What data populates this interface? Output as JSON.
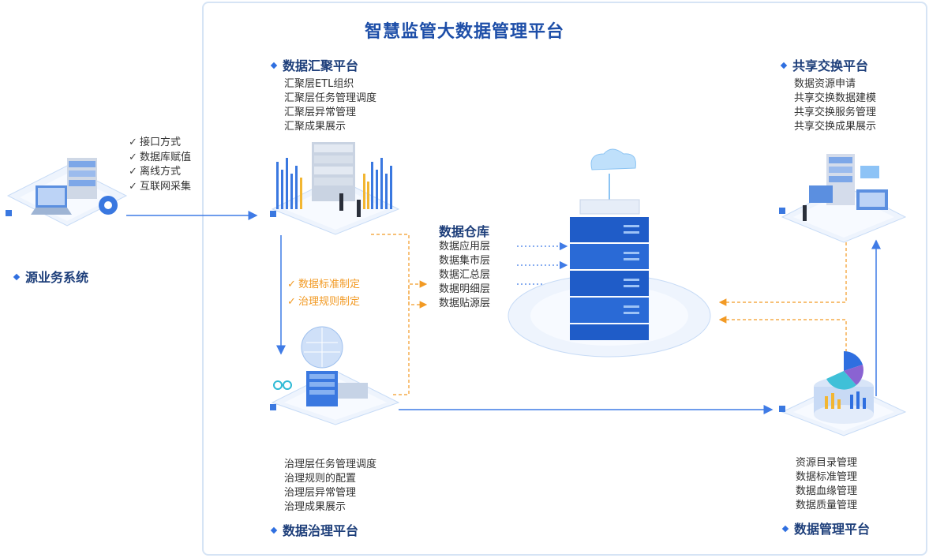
{
  "title": "智慧监管大数据管理平台",
  "source": {
    "title": "源业务系统",
    "methods": [
      "接口方式",
      "数据库赋值",
      "离线方式",
      "互联网采集"
    ]
  },
  "collection": {
    "title": "数据汇聚平台",
    "items": [
      "汇聚层ETL组织",
      "汇聚层任务管理调度",
      "汇聚层异常管理",
      "汇聚成果展示"
    ]
  },
  "governance_rules": [
    "数据标准制定",
    "治理规则制定"
  ],
  "governance": {
    "title": "数据治理平台",
    "items": [
      "治理层任务管理调度",
      "治理规则的配置",
      "治理层异常管理",
      "治理成果展示"
    ]
  },
  "warehouse": {
    "title": "数据仓库",
    "layers": [
      "数据应用层",
      "数据集市层",
      "数据汇总层",
      "数据明细层",
      "数据贴源层"
    ]
  },
  "exchange": {
    "title": "共享交换平台",
    "items": [
      "数据资源申请",
      "共享交换数据建模",
      "共享交换服务管理",
      "共享交换成果展示"
    ]
  },
  "management": {
    "title": "数据管理平台",
    "items": [
      "资源目录管理",
      "数据标准管理",
      "数据血缘管理",
      "数据质量管理"
    ]
  },
  "colors": {
    "brand": "#1d4ea8",
    "accent": "#2f6fe0",
    "orange": "#f29a24",
    "frame": "#d6e4f5"
  }
}
